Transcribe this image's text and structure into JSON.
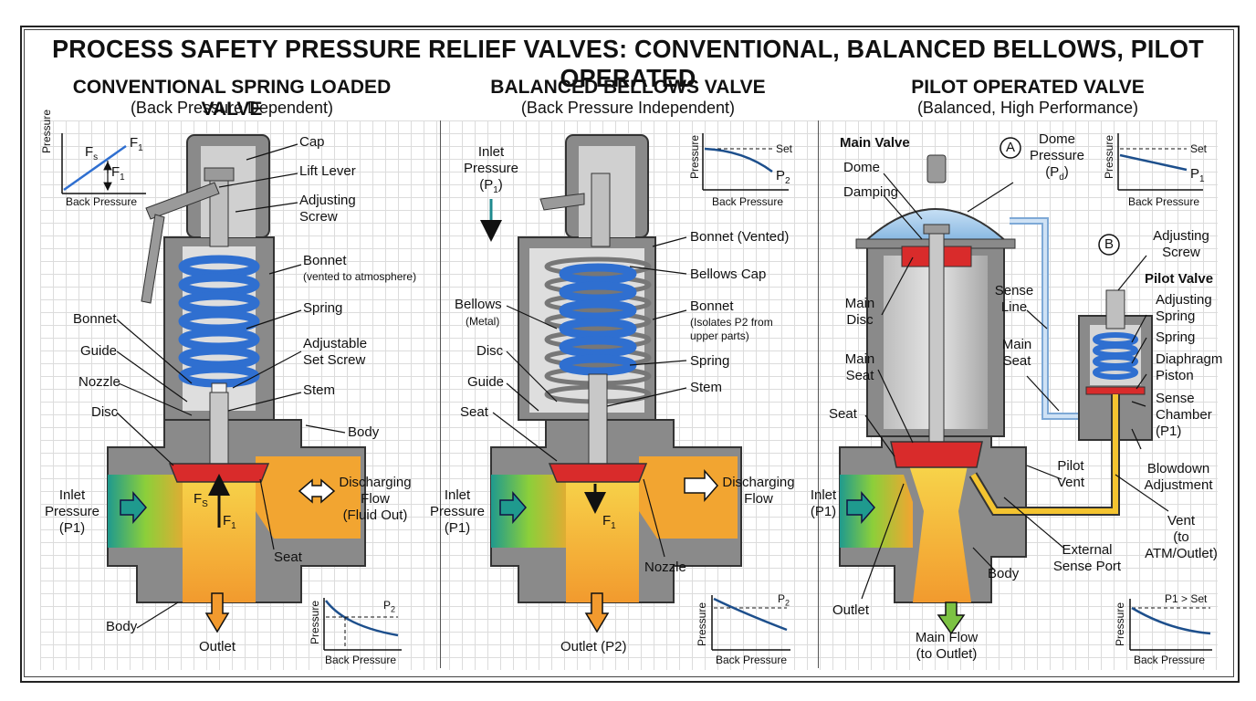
{
  "title": "PROCESS SAFETY PRESSURE RELIEF VALVES: CONVENTIONAL, BALANCED BELLOWS, PILOT OPERATED",
  "conventional": {
    "title": "CONVENTIONAL SPRING LOADED VALVE",
    "subtitle": "(Back Pressure Dependent)",
    "labels": {
      "cap": "Cap",
      "lift_lever": "Lift Lever",
      "adjusting_screw": "Adjusting\nScrew",
      "bonnet_right": "Bonnet",
      "bonnet_note": "(vented to atmosphere)",
      "spring": "Spring",
      "adjustable_set_screw": "Adjustable\nSet Screw",
      "stem": "Stem",
      "body_right": "Body",
      "bonnet_left": "Bonnet",
      "guide": "Guide",
      "nozzle": "Nozzle",
      "disc": "Disc",
      "inlet": "Inlet\nPressure\n(P1)",
      "discharging": "Discharging\nFlow\n(Fluid Out)",
      "seat": "Seat",
      "body_bottom": "Body",
      "outlet": "Outlet",
      "fs": "F",
      "fs_sub": "S",
      "f1": "F",
      "f1_sub": "1"
    },
    "graph_top": {
      "ylabel": "Pressure",
      "xlabel": "Back Pressure",
      "fs": "F",
      "fs_sub": "s",
      "f1": "F",
      "f1_sub": "1",
      "f1b": "F",
      "f1b_sub": "1"
    },
    "graph_bottom": {
      "ylabel": "Pressure",
      "xlabel": "Back Pressure",
      "p2": "P",
      "p2_sub": "2"
    }
  },
  "bellows": {
    "title": "BALANCED BELLOWS VALVE",
    "subtitle": "(Back Pressure Independent)",
    "labels": {
      "inlet_top": "Inlet\nPressure\n(P",
      "inlet_top_sub": "1",
      "bonnet_vented": "Bonnet (Vented)",
      "bellows_cap": "Bellows Cap",
      "bonnet": "Bonnet",
      "bonnet_note": "(Isolates P2 from\nupper parts)",
      "spring": "Spring",
      "stem": "Stem",
      "bellows": "Bellows",
      "bellows_note": "(Metal)",
      "disc": "Disc",
      "guide": "Guide",
      "seat": "Seat",
      "inlet": "Inlet\nPressure\n(P1)",
      "discharging": "Discharging\nFlow",
      "nozzle": "Nozzle",
      "outlet": "Outlet (P2)",
      "f1": "F",
      "f1_sub": "1"
    },
    "graph_top": {
      "ylabel": "Pressure",
      "xlabel": "Back Pressure",
      "set": "Set",
      "p2": "P",
      "p2_sub": "2"
    },
    "graph_bottom": {
      "ylabel": "Pressure",
      "xlabel": "Back Pressure",
      "p2": "P",
      "p2_sub": "2"
    }
  },
  "pilot": {
    "title": "PILOT OPERATED VALVE",
    "subtitle": "(Balanced, High Performance)",
    "labels": {
      "main_valve": "Main Valve",
      "dome": "Dome",
      "damping": "Damping",
      "circle_a": "A",
      "dome_pressure": "Dome\nPressure\n(P",
      "dome_pressure_sub": "d",
      "circle_b": "B",
      "adjusting_screw": "Adjusting\nScrew",
      "pilot_valve": "Pilot Valve",
      "sense_line": "Sense\nLine",
      "adjusting_spring": "Adjusting\nSpring",
      "spring": "Spring",
      "diaphragm": "Diaphragm\nPiston",
      "main_disc": "Main\nDisc",
      "main_seat_left": "Main\nSeat",
      "main_seat_right": "Main\nSeat",
      "sense_chamber": "Sense\nChamber\n(P1)",
      "seat": "Seat",
      "blowdown": "Blowdown\nAdjustment",
      "pilot_vent": "Pilot\nVent",
      "inlet": "Inlet\n(P1)",
      "vent": "Vent\n(to\nATM/Outlet)",
      "external_sense": "External\nSense Port",
      "body": "Body",
      "outlet": "Outlet",
      "main_flow": "Main Flow\n(to Outlet)"
    },
    "graph_top": {
      "ylabel": "Pressure",
      "xlabel": "Back Pressure",
      "set": "Set",
      "p1": "P",
      "p1_sub": "1"
    },
    "graph_bottom": {
      "ylabel": "Pressure",
      "xlabel": "Back Pressure",
      "set": "P1 > Set"
    }
  },
  "colors": {
    "spring": "#2f6fd0",
    "disc": "#d92b2b",
    "inlet": "#1f9a8e",
    "outlet": "#f2a531",
    "dome": "#9fc6ea",
    "body": "#8a8a8a",
    "pilot_line": "#f4c430",
    "graph_line": "#1d4f8c"
  }
}
